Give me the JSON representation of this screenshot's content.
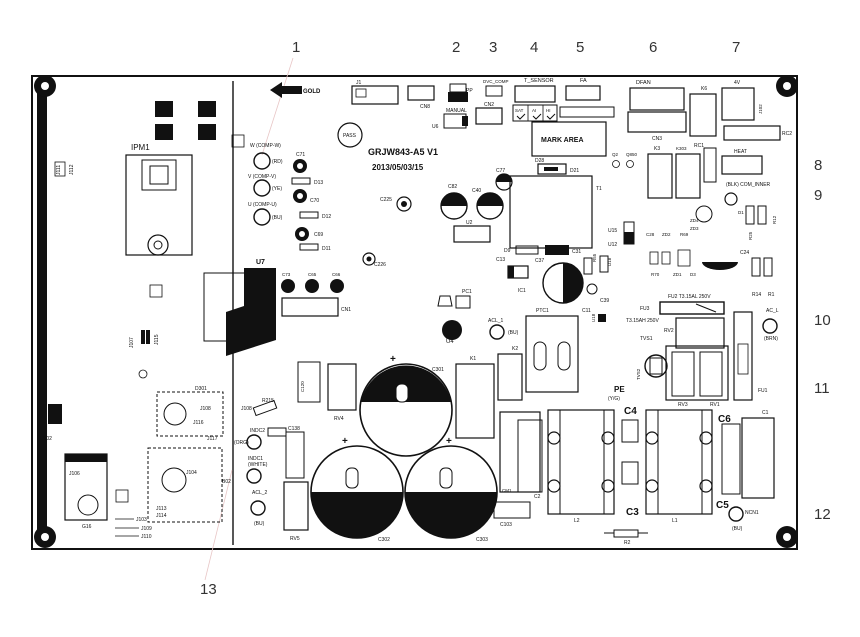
{
  "board": {
    "model": "GRJW843-A5 V1",
    "date": "2013/05/03/15",
    "gold_label": "GOLD",
    "pass_label": "PASS",
    "mark_area": "MARK AREA"
  },
  "callouts": [
    "1",
    "2",
    "3",
    "4",
    "5",
    "6",
    "7",
    "8",
    "9",
    "10",
    "11",
    "12",
    "13"
  ],
  "connectors": {
    "j1": "J1",
    "cn8": "CN8",
    "pp": "PP",
    "manual": "MANUAL",
    "u6": "U6",
    "dvc_comp": "DVC_COMP",
    "cn2": "CN2",
    "t_sensor": "T_SENSOR",
    "sensor_tags": [
      "SAT",
      "AI",
      "HI"
    ],
    "fa": "FA",
    "dfan": "DFAN",
    "cn3": "CN3",
    "k6": "K6",
    "k4": "4V",
    "j102": "J102",
    "rc2": "RC2",
    "heat": "HEAT",
    "k3": "K3",
    "k303": "K303",
    "rc1": "RC1",
    "com_inner": "(BLK) COM_INNER",
    "ac_l": "AC_L",
    "brn": "(BRN)",
    "pe": "PE",
    "ye": "(Y/G)",
    "ncn1": "NCN1",
    "bu": "(BU)"
  },
  "left": {
    "ipm": "IPM1",
    "j111": "J111",
    "j112": "J112",
    "j107": "J107",
    "j115": "J115",
    "d301": "D301",
    "j108": "J108",
    "j116": "J116",
    "u802": "U802",
    "j117": "J117",
    "j106": "J106",
    "g16": "G16",
    "j104": "J104",
    "j113": "J113",
    "j114": "J114",
    "b02": "B02",
    "j103": "J103",
    "j109": "J109",
    "j110": "J110"
  },
  "center": {
    "w_comp": "W (COMP-W)",
    "w_rd": "(RD)",
    "v_comp": "V (COMP-V)",
    "v_ye": "(YE)",
    "u_comp": "U (COMP-U)",
    "u_bu": "(BU)",
    "c71": "C71",
    "d13": "D13",
    "c70": "C70",
    "d12": "D12",
    "c69": "C69",
    "d11": "D11",
    "u7": "U7",
    "c73": "C73",
    "c65": "C65",
    "c66": "C66",
    "cn1": "CN1",
    "c225": "C225",
    "c226": "C226",
    "c82": "C82",
    "c40": "C40",
    "c77": "C77",
    "d28": "D28",
    "d21": "D21",
    "t1": "T1",
    "u2": "U2",
    "d9": "D9",
    "c31": "C31",
    "c37": "C37",
    "c13": "C13",
    "ic1": "IC1",
    "u4": "U4",
    "pc1": "PC1",
    "ac_l1": "ACL_1",
    "ac_l1_bu": "(BU)",
    "ptc1": "PTC1",
    "c11": "C11",
    "c39": "C39",
    "u18": "U18",
    "d18": "D18",
    "r55": "R55",
    "u15": "U15",
    "u12": "U12",
    "q2": "Q2",
    "q850": "Q850",
    "c28": "C28",
    "zd2": "ZD2",
    "r69": "R69",
    "r70": "R70",
    "zd1": "ZD1",
    "d3": "D3",
    "zd4": "ZD4",
    "zd3": "ZD3",
    "d1": "D1",
    "r25": "R25",
    "r12": "R12",
    "c24": "C24",
    "r14": "R14",
    "r1": "R1",
    "fu3": "FU3",
    "fu3_rating": "T3.15AH 250V",
    "fu2": "FU2 T3.15AL 250V",
    "rv2": "RV2",
    "tvs1": "TVS1",
    "tvs2": "TVS2",
    "rv3": "RV3",
    "rv1": "RV1",
    "fu1": "FU1",
    "c120": "C120",
    "rv4": "RV4",
    "c301": "C301",
    "k1": "K1",
    "k2": "K2",
    "j108b": "J108",
    "r215": "R215",
    "indc2": "INDC2",
    "org": "(ORG)",
    "c138": "C138",
    "indc1": "INDC1",
    "white": "(WHITE)",
    "ac_l2": "ACL_2",
    "ac_l2_bu": "(BU)",
    "rv5": "RV5",
    "c302": "C302",
    "c303": "C303",
    "cm1": "CM1",
    "c2": "C2",
    "c103": "C103",
    "c4": "C4",
    "c3": "C3",
    "c6": "C6",
    "c5": "C5",
    "c1": "C1",
    "l2": "L2",
    "l1": "L1",
    "r2": "R2",
    "ic1b": "IC1"
  }
}
